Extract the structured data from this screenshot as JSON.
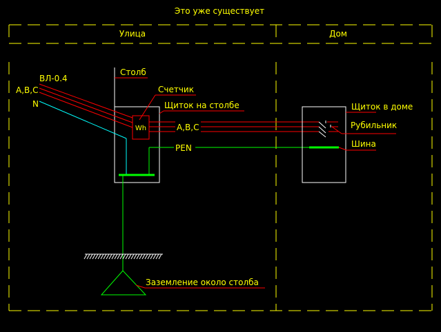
{
  "title": "Это уже существует",
  "zones": {
    "street": "Улица",
    "house": "Дом"
  },
  "labels": {
    "pole": "Столб",
    "overhead_line": "ВЛ-0.4",
    "phases_in": "A,B,C",
    "neutral": "N",
    "meter": "Счетчик",
    "meter_symbol": "Wh",
    "pole_panel": "Щиток на столбе",
    "phases_out": "A,B,C",
    "pen": "PEN",
    "house_panel": "Щиток в доме",
    "switch": "Рубильник",
    "bus": "Шина",
    "grounding": "Заземление около столба"
  },
  "colors": {
    "background": "#000000",
    "frame": "#ffff00",
    "text": "#ffff00",
    "box": "#ffffff",
    "phase": "#ff0000",
    "neutral": "#00ffff",
    "earth": "#00ff00",
    "leader": "#ff0000"
  }
}
